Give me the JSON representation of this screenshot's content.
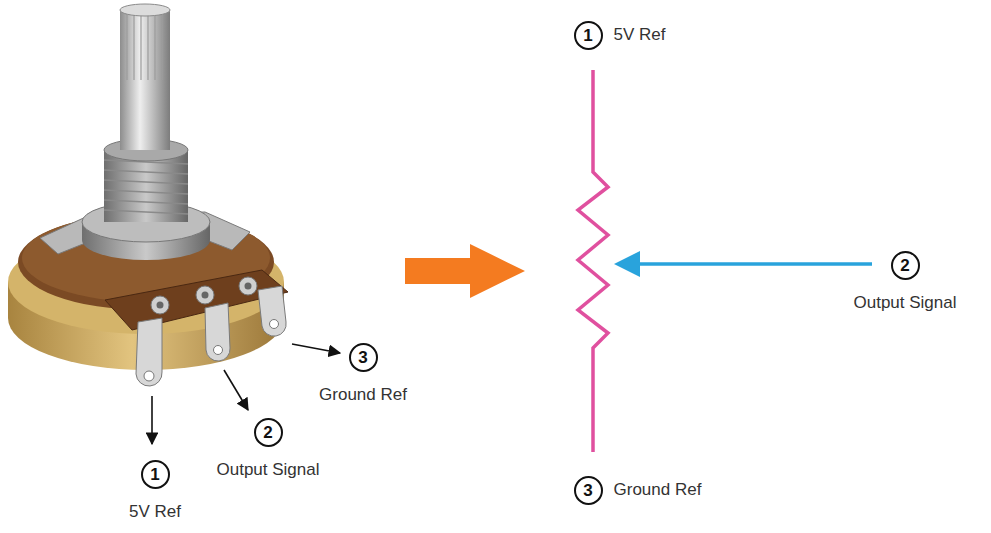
{
  "diagram": {
    "nodes": [
      {
        "text": [
          "1",
          "5V Ref"
        ]
      },
      {
        "text": [
          "2",
          "Output Signal"
        ]
      },
      {
        "text": [
          "3",
          "Ground Ref"
        ]
      },
      {
        "text": [
          "1",
          "5V Ref"
        ]
      },
      {
        "text": [
          "2",
          "Output Signal"
        ]
      },
      {
        "text": [
          "3",
          "Ground Ref"
        ]
      }
    ]
  }
}
